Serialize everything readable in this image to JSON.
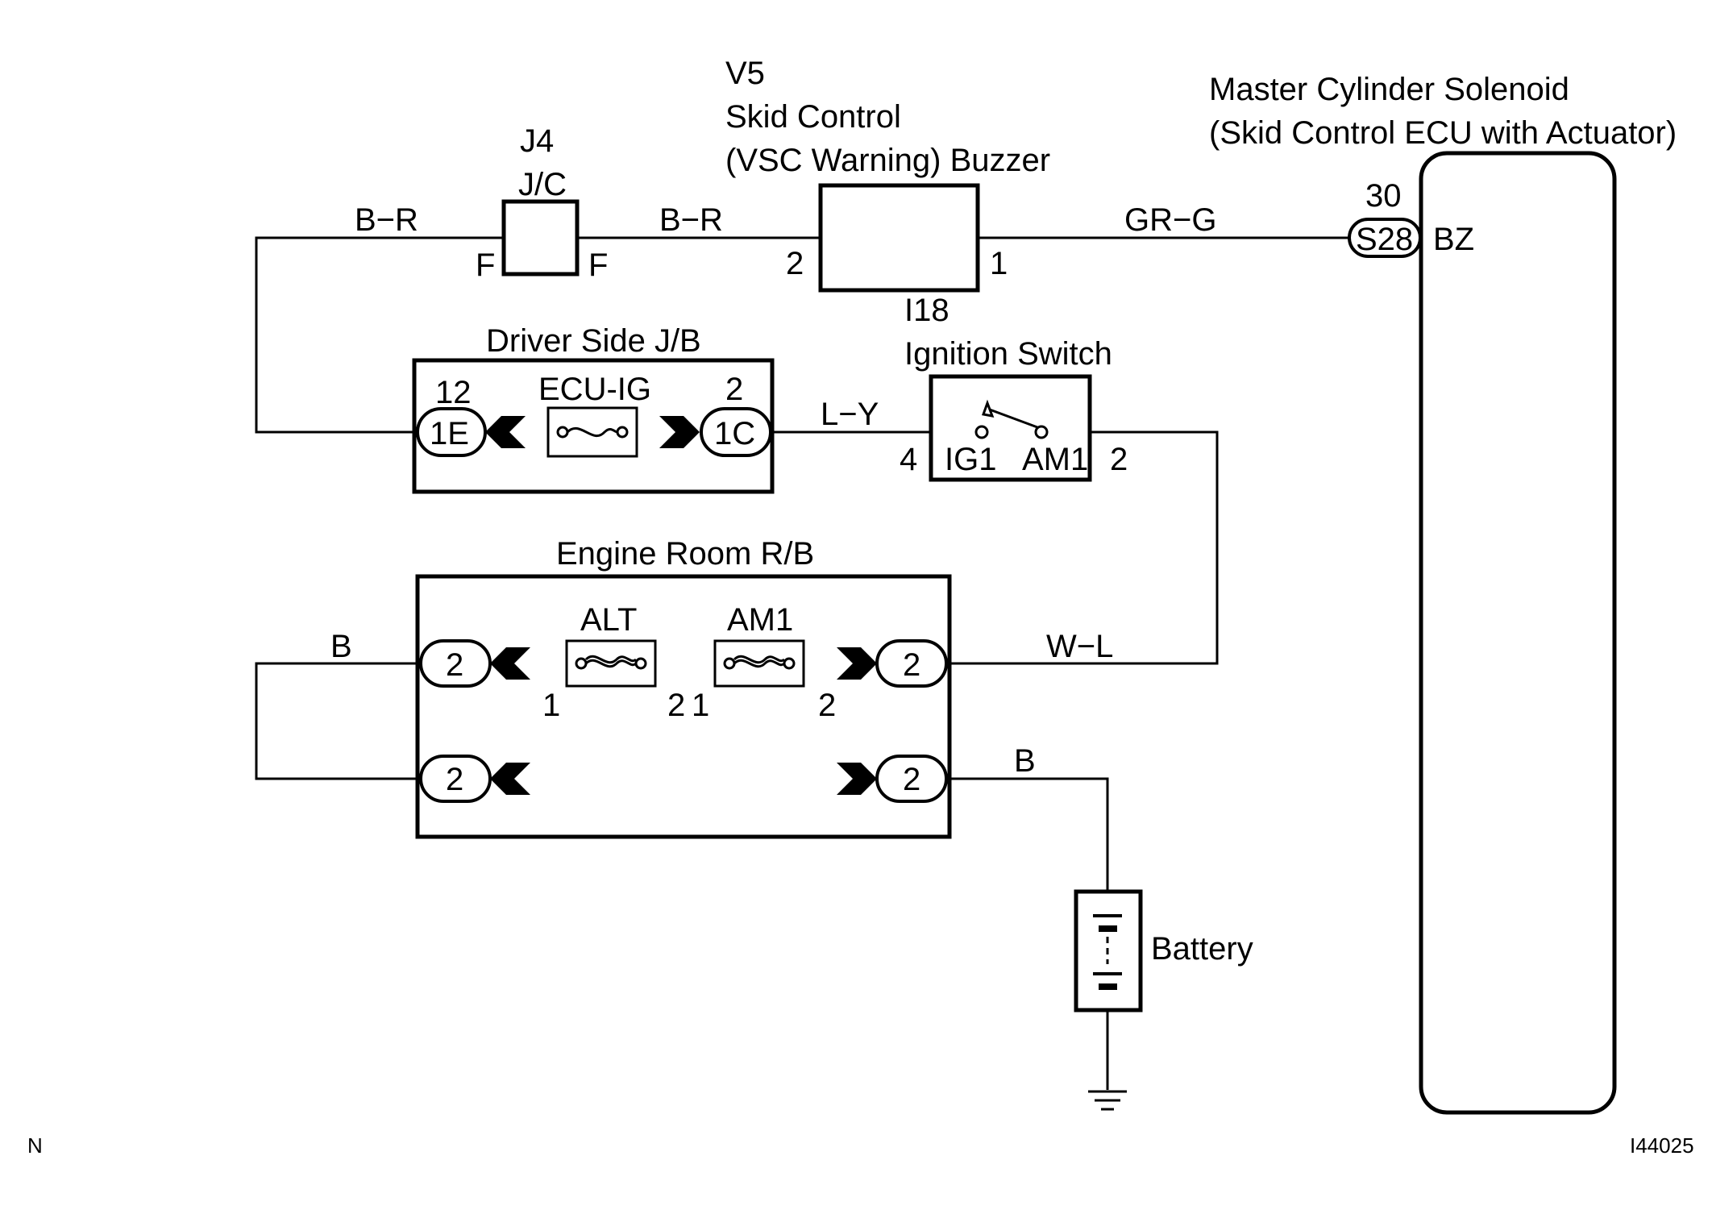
{
  "components": {
    "junction_connector": {
      "code": "J4",
      "name": "J/C",
      "pin_left": "F",
      "pin_right": "F"
    },
    "buzzer": {
      "code": "V5",
      "name_line1": "Skid Control",
      "name_line2": "(VSC Warning) Buzzer",
      "pin_in": "2",
      "pin_out": "1",
      "connector": "I18"
    },
    "ecu": {
      "name_line1": "Master Cylinder Solenoid",
      "name_line2": "(Skid Control ECU with Actuator)",
      "pin_number": "30",
      "connector": "S28",
      "terminal": "BZ"
    },
    "driver_jb": {
      "title": "Driver Side J/B",
      "fuse": "ECU-IG",
      "left_pin": "12",
      "left_conn": "1E",
      "right_pin": "2",
      "right_conn": "1C"
    },
    "ignition_switch": {
      "title": "Ignition Switch",
      "term_left": "IG1",
      "term_right": "AM1",
      "pin_left": "4",
      "pin_right": "2"
    },
    "engine_rb": {
      "title": "Engine Room R/B",
      "fuse_alt": "ALT",
      "fuse_am1": "AM1",
      "conn_tl": "2",
      "conn_tr": "2",
      "conn_bl": "2",
      "conn_br": "2",
      "alt_pin_left": "1",
      "alt_pin_right": "2",
      "am1_pin_left": "1",
      "am1_pin_right": "2"
    },
    "battery": {
      "label": "Battery"
    }
  },
  "wires": {
    "left_top": "B−R",
    "jc_to_buzzer": "B−R",
    "buzzer_to_ecu": "GR−G",
    "jb_to_ign": "L−Y",
    "ign_to_rb": "W−L",
    "left_bottom": "B",
    "rb_to_battery": "B"
  },
  "footer": {
    "left_code": "N",
    "figure_id": "I44025"
  }
}
